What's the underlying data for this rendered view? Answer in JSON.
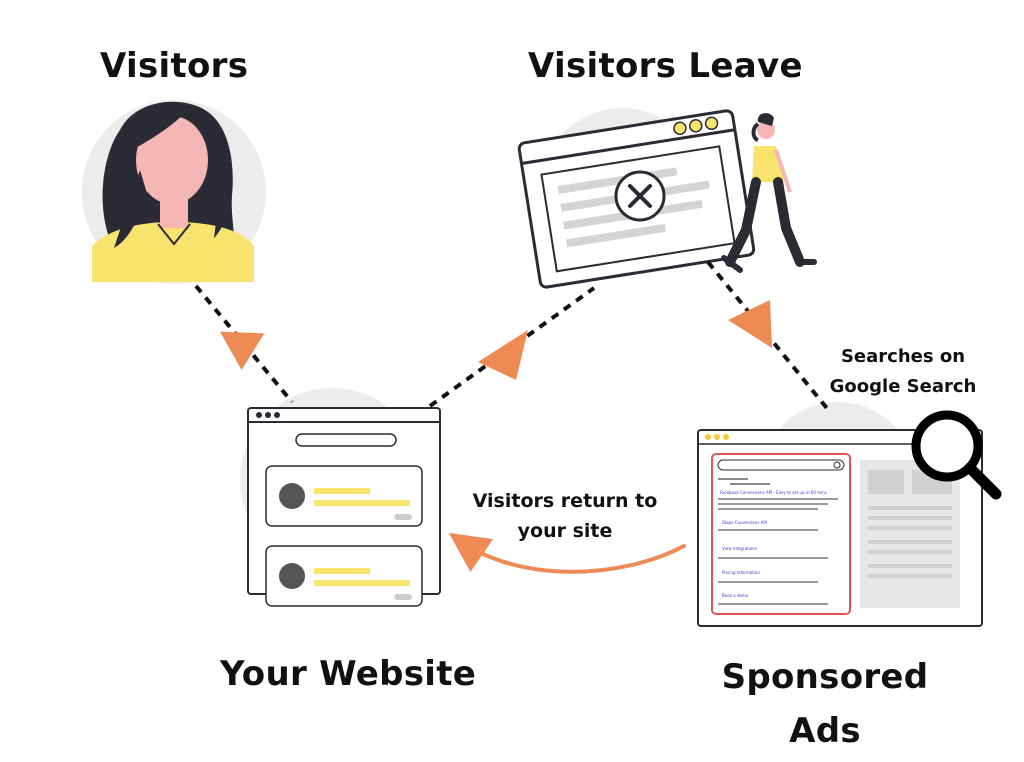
{
  "nodes": {
    "visitors": "Visitors",
    "visitors_leave": "Visitors Leave",
    "your_website": "Your Website",
    "sponsored_ads_line1": "Sponsored",
    "sponsored_ads_line2": "Ads"
  },
  "notes": {
    "return_line1": "Visitors return to",
    "return_line2": "your site",
    "search_line1": "Searches on",
    "search_line2": "Google Search"
  },
  "serp": {
    "results": [
      "Facebook Conversions API - Easy to set up in 60 mins",
      "Stape Conversions API",
      "View Integrations",
      "Pricing Information",
      "Book a demo"
    ]
  },
  "colors": {
    "accent_orange": "#ee8a54",
    "highlight_yellow": "#f7e36e",
    "outline": "#2b2b35",
    "backdrop_gray": "#ececec",
    "ad_frame_red": "#e05555",
    "link_blue": "#3a3ac8"
  },
  "icons": [
    "woman-avatar-icon",
    "close-x-icon",
    "walking-person-icon",
    "magnifier-icon",
    "browser-window-icon"
  ]
}
